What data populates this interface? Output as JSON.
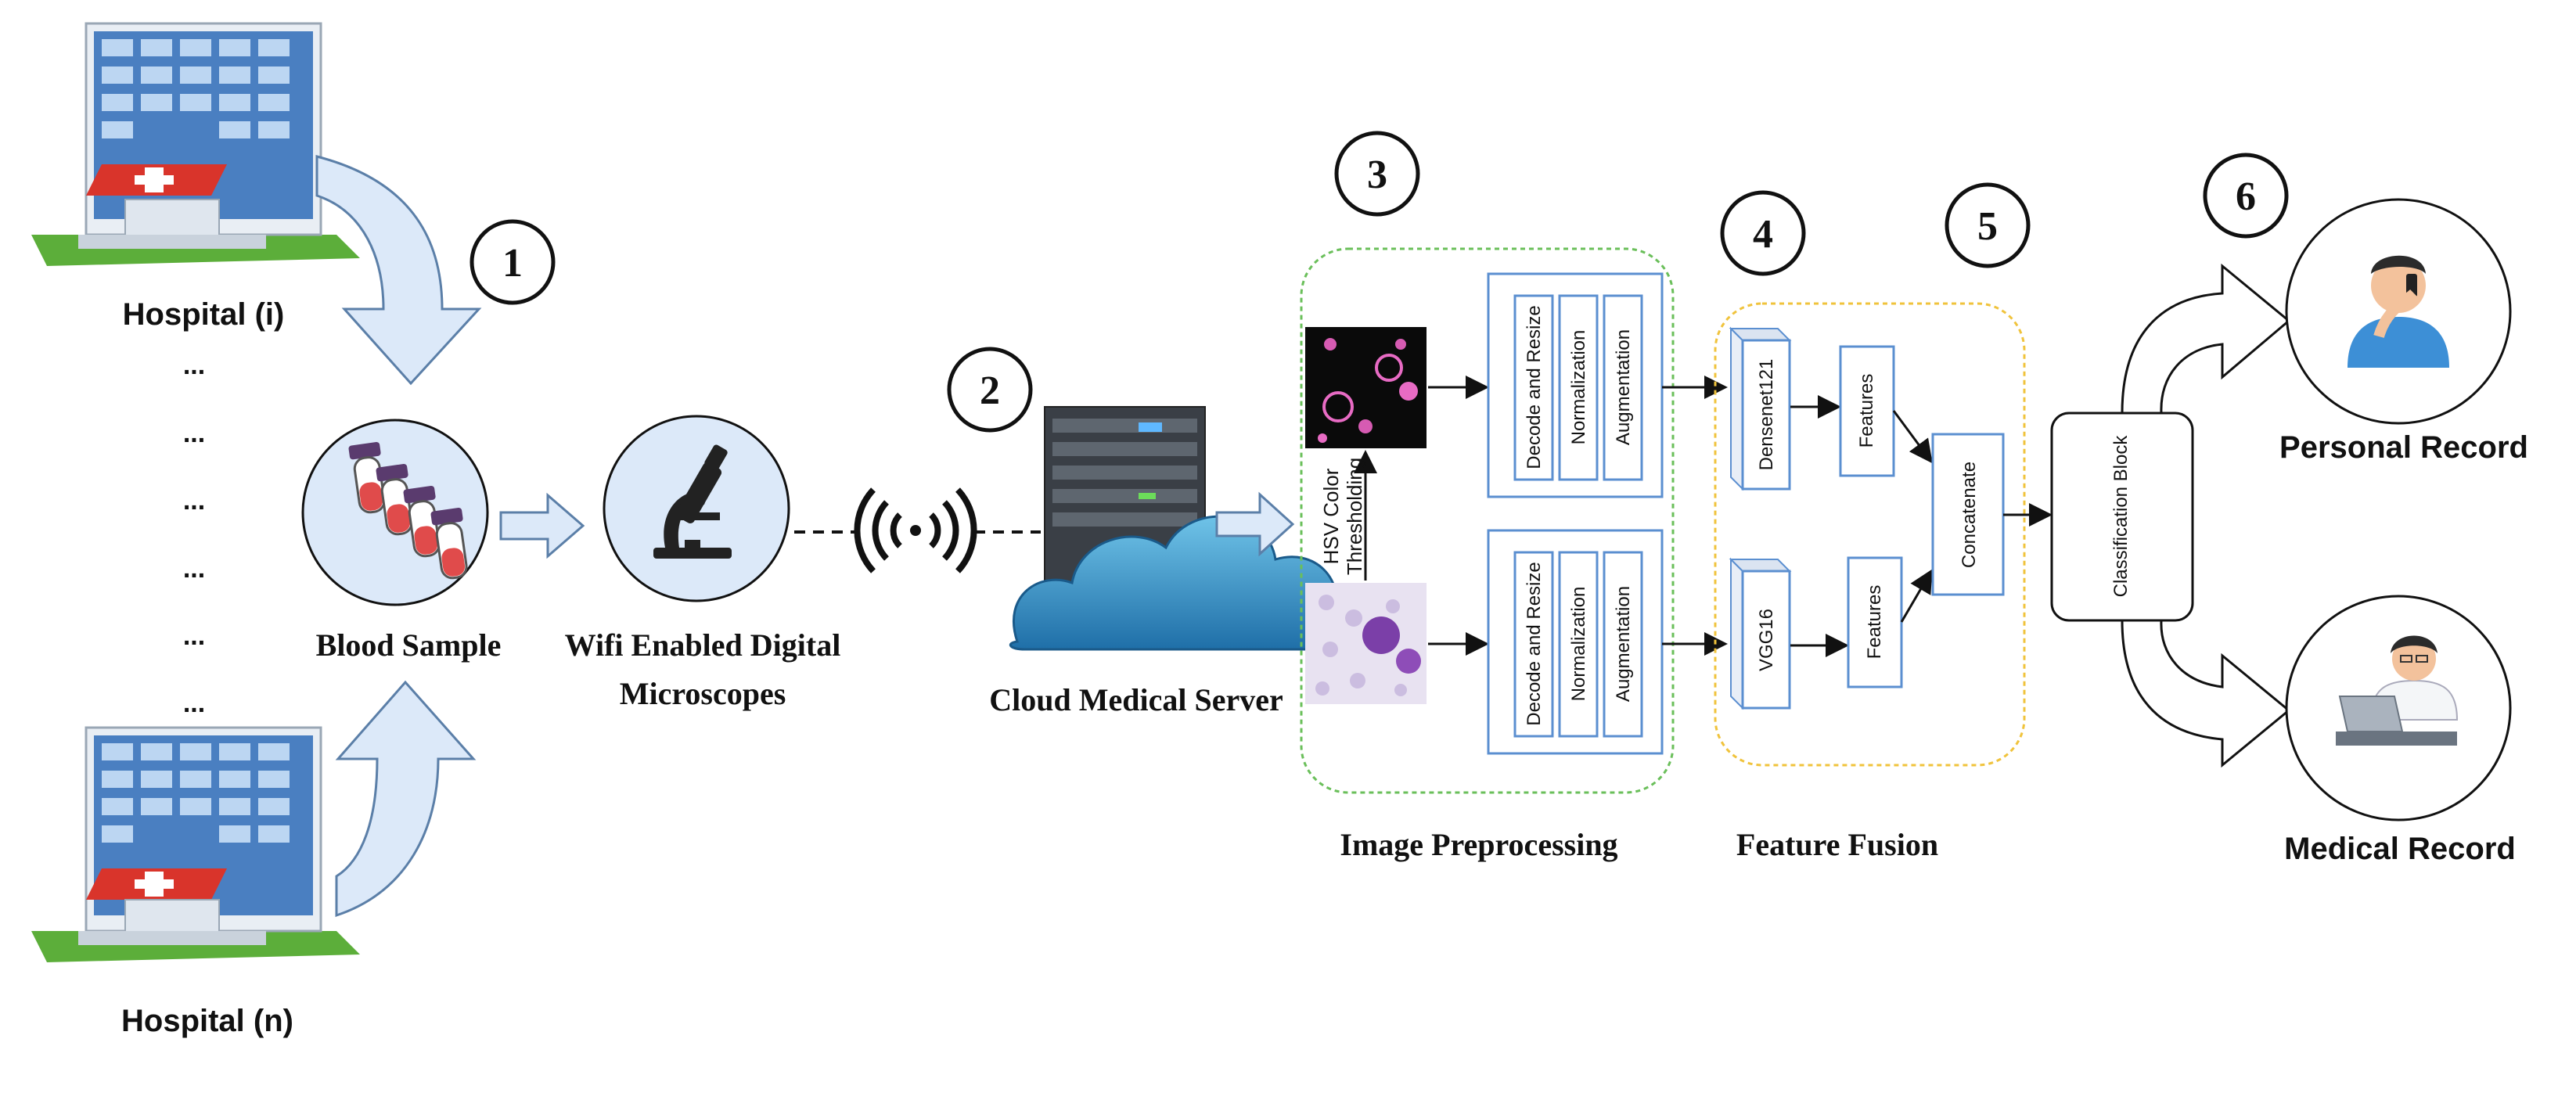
{
  "hospitals": {
    "top_label": "Hospital (i)",
    "bottom_label": "Hospital (n)",
    "ellipsis": "..."
  },
  "steps": [
    "1",
    "2",
    "3",
    "4",
    "5",
    "6"
  ],
  "blood_sample": {
    "label": "Blood Sample"
  },
  "microscope": {
    "label_line1": "Wifi Enabled Digital",
    "label_line2": "Microscopes"
  },
  "cloud": {
    "label": "Cloud Medical Server"
  },
  "preprocessing": {
    "section_label": "Image Preprocessing",
    "thresholding_line1": "HSV Color",
    "thresholding_line2": "Thresholding",
    "boxes": [
      "Decode and Resize",
      "Normalization",
      "Augmentation"
    ]
  },
  "fusion": {
    "section_label": "Feature Fusion",
    "model_top": "Densenet121",
    "model_bottom": "VGG16",
    "features_label": "Features",
    "concatenate_label": "Concatenate"
  },
  "classification": {
    "label": "Classification Block"
  },
  "outputs": {
    "personal": "Personal Record",
    "medical": "Medical Record"
  },
  "colors": {
    "preprocess_border": "#6abf5a",
    "fusion_border": "#f0c33c",
    "box_border": "#5b8fd0",
    "arrow_fill": "#dce9f9",
    "arrow_stroke": "#5b7fa8"
  }
}
